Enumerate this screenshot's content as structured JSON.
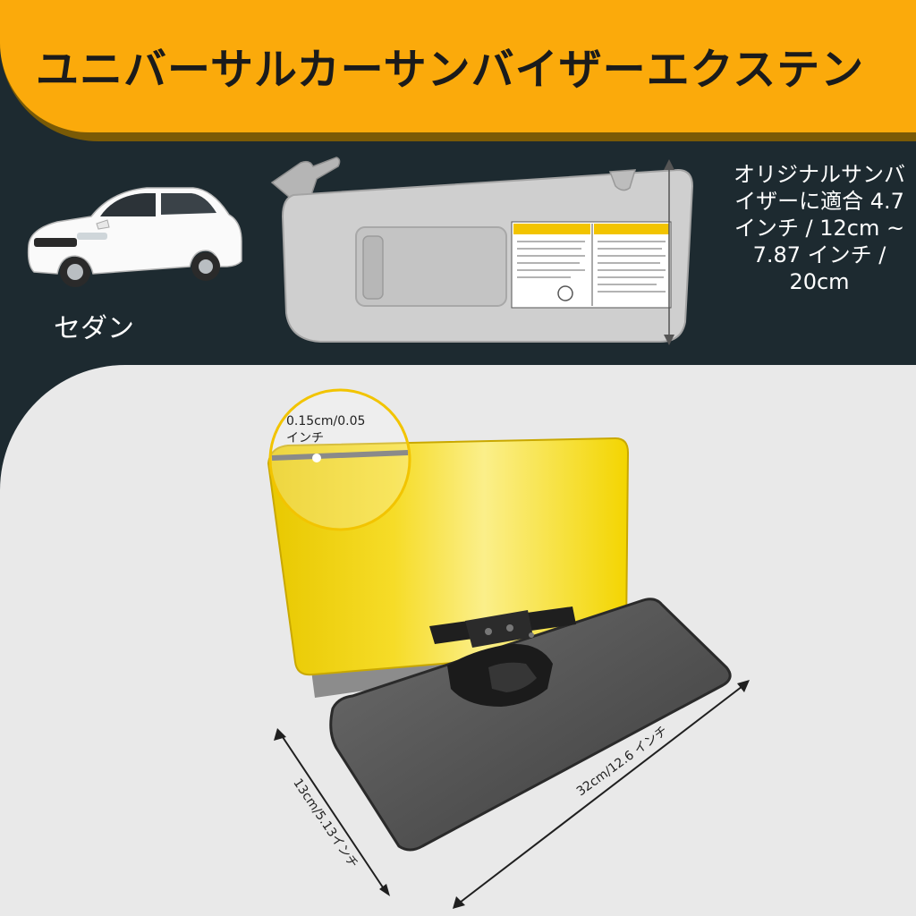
{
  "header": {
    "title": "ユニバーサルカーサンバイザーエクステン"
  },
  "vehicle": {
    "label": "セダン"
  },
  "fit_info": {
    "text": "オリジナルサンバイザーに適合 4.7 インチ / 12cm ~ 7.87 インチ / 20cm"
  },
  "product": {
    "thickness_label": "0.15cm/0.05 インチ",
    "width_label": "32cm/12.6 インチ",
    "height_label": "13cm/5.13インチ"
  },
  "colors": {
    "banner": "#fbaa0b",
    "background": "#1d2a30",
    "panel": "#e9e9e9",
    "lens_yellow": "#f1d400",
    "lens_dark": "#4a4a4a"
  }
}
